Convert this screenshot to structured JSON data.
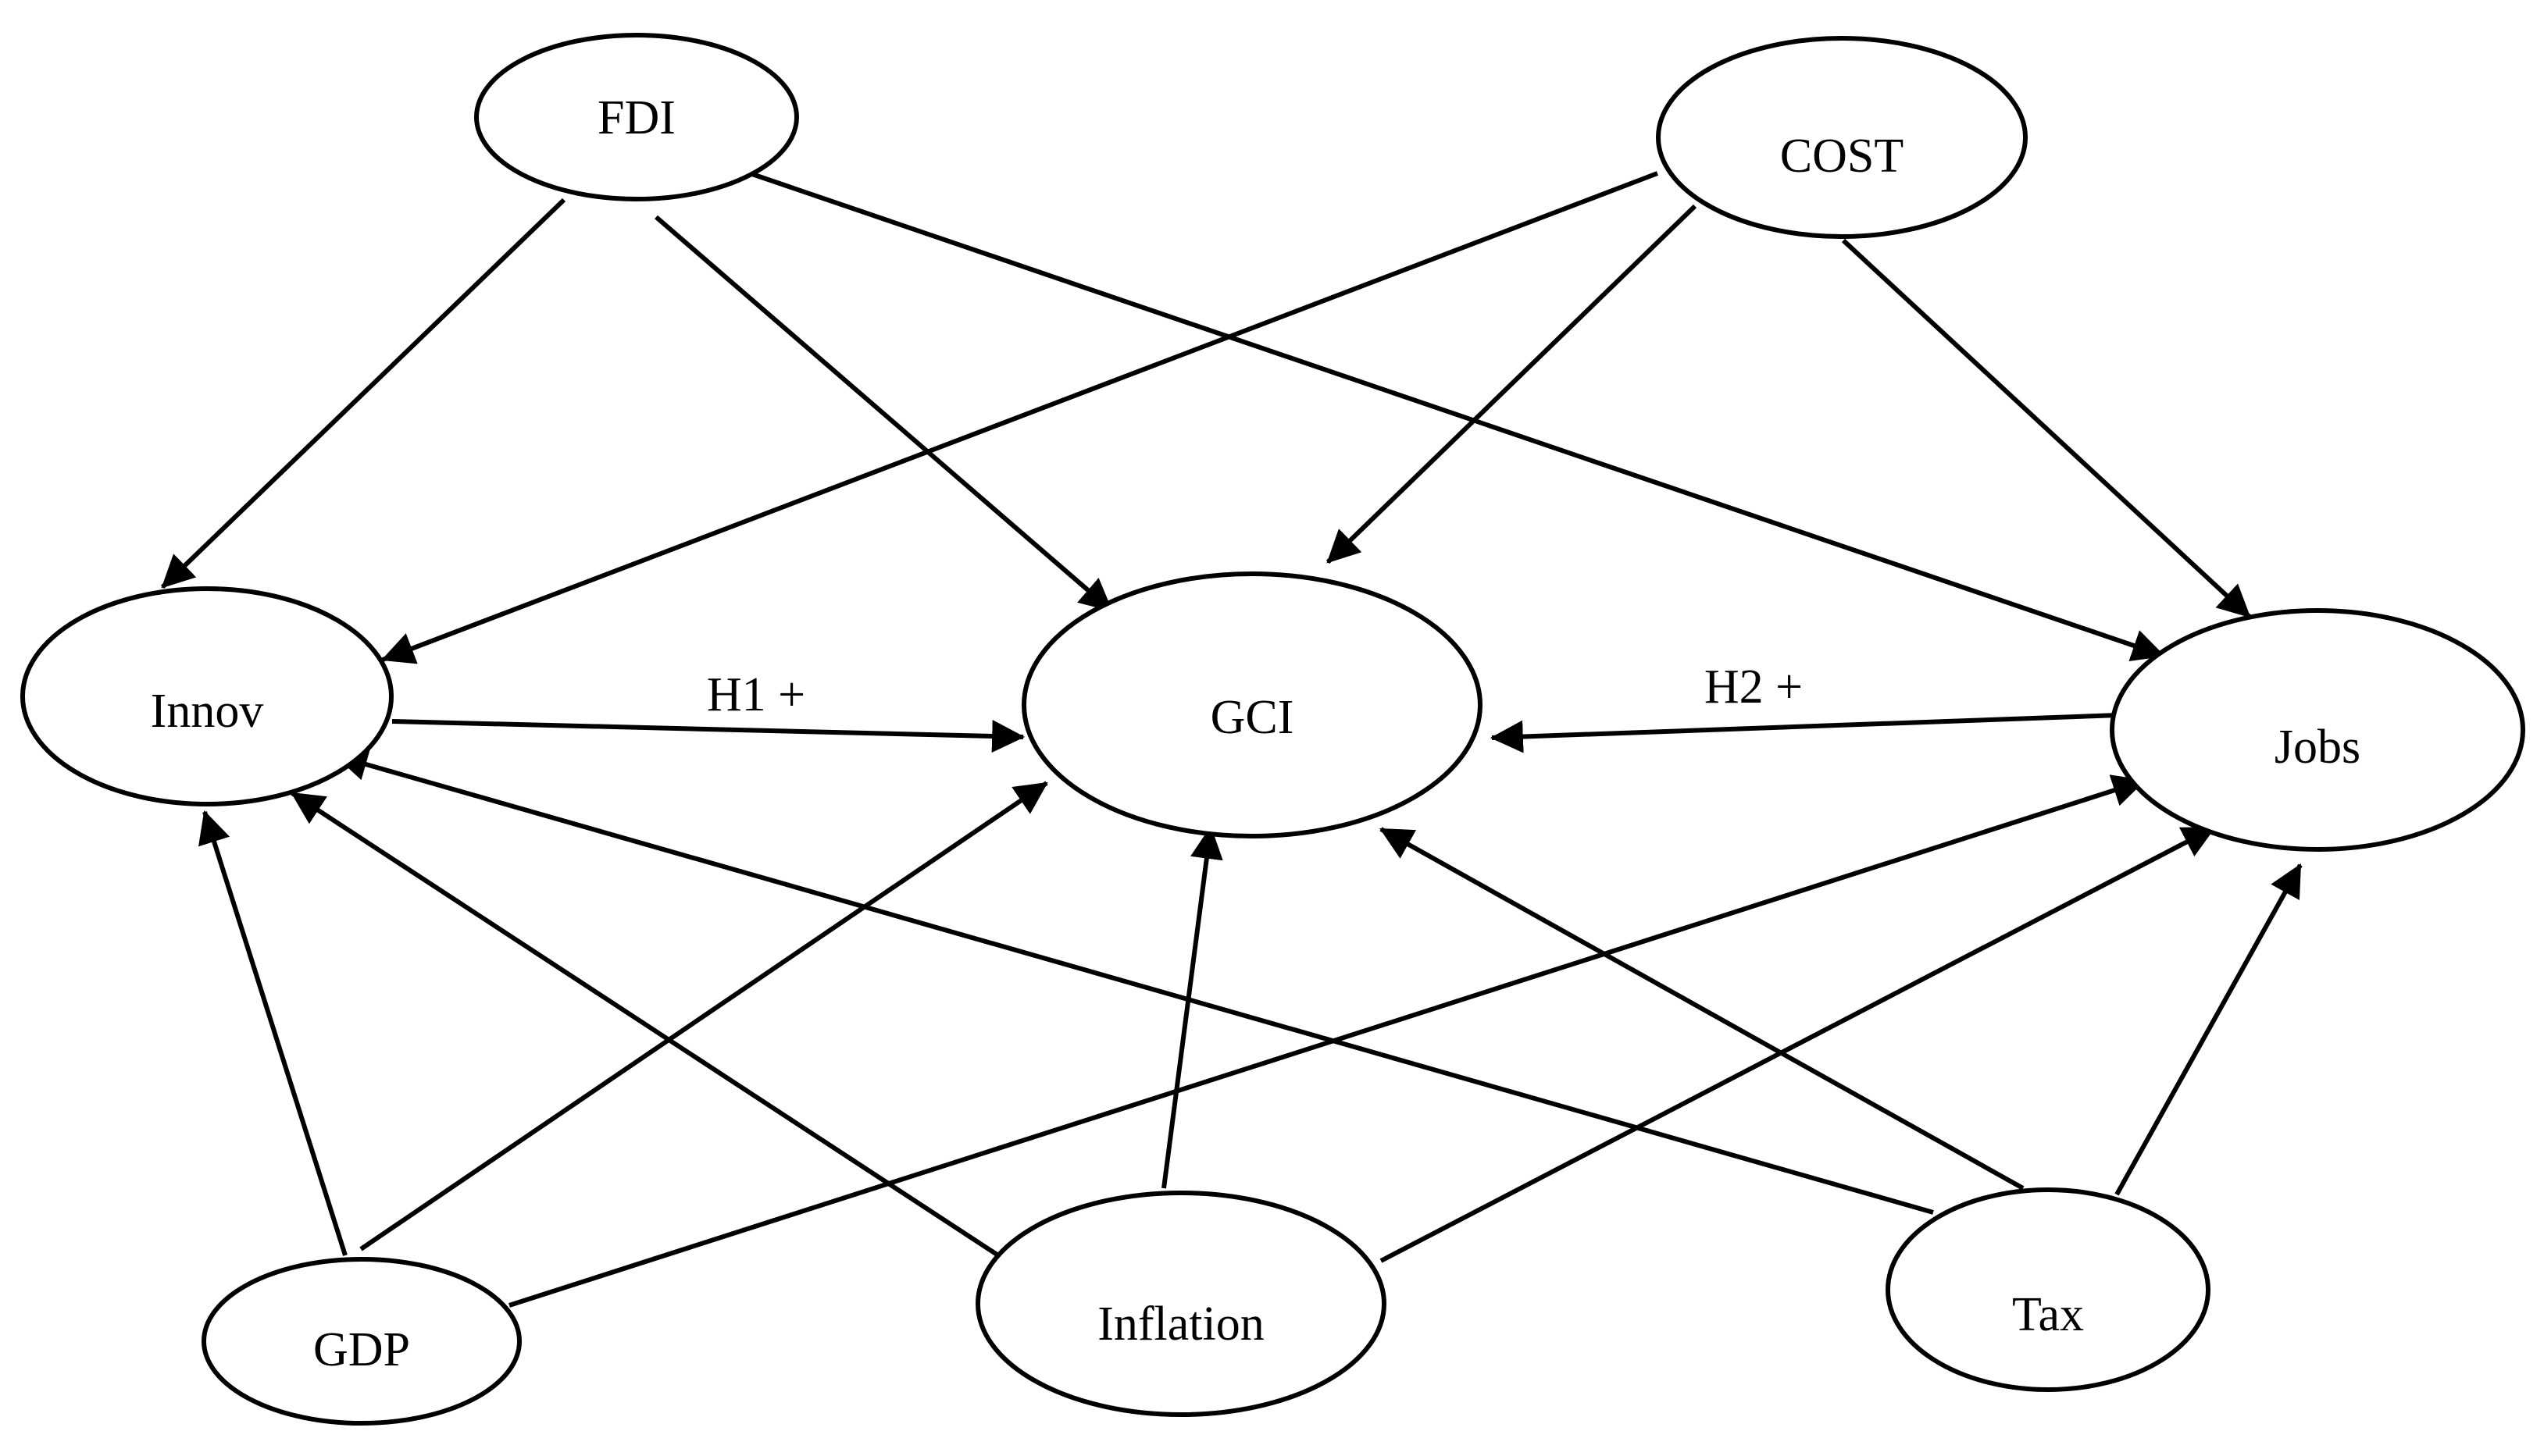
{
  "nodes": {
    "fdi": "FDI",
    "cost": "COST",
    "innov": "Innov",
    "gci": "GCI",
    "jobs": "Jobs",
    "gdp": "GDP",
    "inflation": "Inflation",
    "tax": "Tax"
  },
  "edges": [
    {
      "from": "fdi",
      "to": "innov"
    },
    {
      "from": "fdi",
      "to": "gci"
    },
    {
      "from": "fdi",
      "to": "jobs"
    },
    {
      "from": "cost",
      "to": "innov"
    },
    {
      "from": "cost",
      "to": "gci"
    },
    {
      "from": "cost",
      "to": "jobs"
    },
    {
      "from": "innov",
      "to": "gci",
      "label": "H1 +"
    },
    {
      "from": "jobs",
      "to": "gci",
      "label": "H2 +"
    },
    {
      "from": "gdp",
      "to": "innov"
    },
    {
      "from": "gdp",
      "to": "gci"
    },
    {
      "from": "gdp",
      "to": "jobs"
    },
    {
      "from": "inflation",
      "to": "innov"
    },
    {
      "from": "inflation",
      "to": "gci"
    },
    {
      "from": "inflation",
      "to": "jobs"
    },
    {
      "from": "tax",
      "to": "innov"
    },
    {
      "from": "tax",
      "to": "gci"
    },
    {
      "from": "tax",
      "to": "jobs"
    }
  ],
  "colors": {
    "stroke": "#000000",
    "background": "#ffffff"
  }
}
